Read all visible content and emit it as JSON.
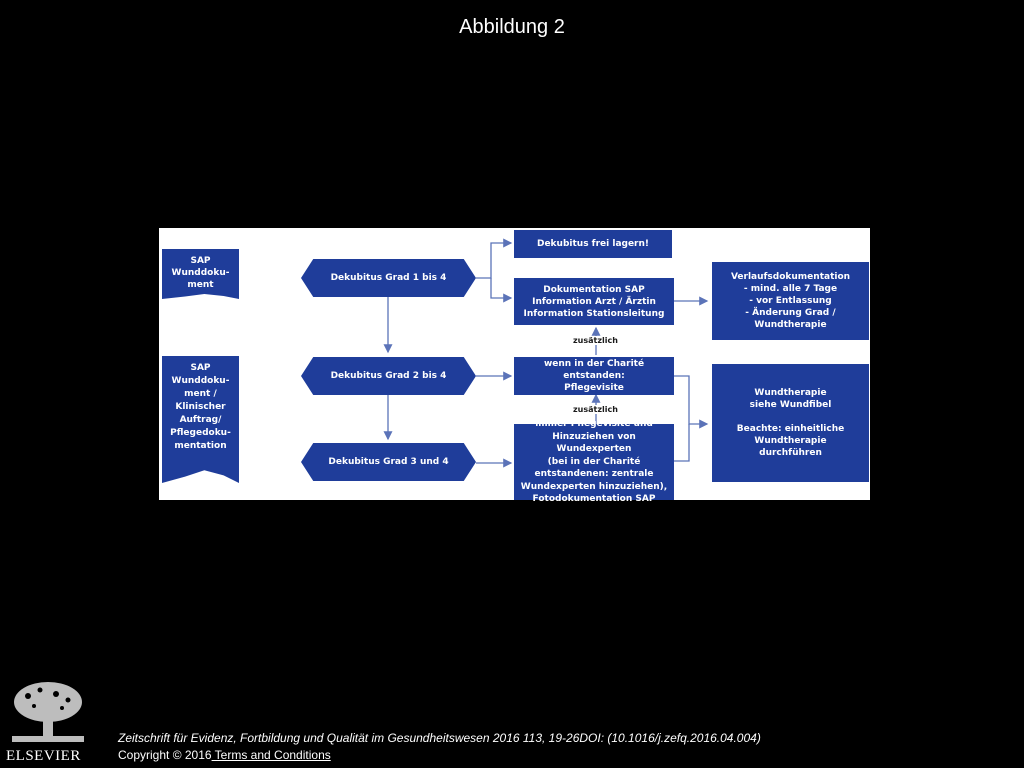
{
  "header": {
    "title": "Abbildung 2"
  },
  "diagram": {
    "documents": [
      {
        "text": "SAP\nWunddoku-\nment"
      },
      {
        "text": "SAP\nWunddoku-\nment /\nKlinischer\nAuftrag/\nPflegedoku-\nmentation"
      }
    ],
    "grades": [
      {
        "text": "Dekubitus Grad 1 bis 4"
      },
      {
        "text": "Dekubitus Grad 2 bis 4"
      },
      {
        "text": "Dekubitus Grad 3 und 4"
      }
    ],
    "actions": [
      {
        "text": "Dekubitus frei lagern!"
      },
      {
        "text": "Dokumentation SAP\nInformation Arzt / Ärztin\nInformation Stationsleitung"
      },
      {
        "text": "wenn in der Charité entstanden:\nPflegevisite"
      },
      {
        "text": "immer Pflegevisite und\nHinzuziehen von Wundexperten\n(bei in der Charité\nentstandenen: zentrale\nWundexperten hinzuziehen),\nFotodokumentation SAP"
      }
    ],
    "results": [
      {
        "text": "Verlaufsdokumentation\n- mind. alle 7 Tage\n- vor Entlassung\n- Änderung Grad /\nWundtherapie"
      },
      {
        "text": "Wundtherapie\nsiehe Wundfibel\n\nBeachte: einheitliche\nWundtherapie\ndurchführen"
      }
    ],
    "connector_labels": [
      "zusätzlich",
      "zusätzlich"
    ]
  },
  "footer": {
    "citation": "Zeitschrift für Evidenz, Fortbildung und Qualität im Gesundheitswesen 2016 113, 19-26DOI: (10.1016/j.zefq.2016.04.004)",
    "copyright": "Copyright © 2016",
    "terms_link": " Terms and Conditions",
    "logo_text": "ELSEVIER"
  }
}
